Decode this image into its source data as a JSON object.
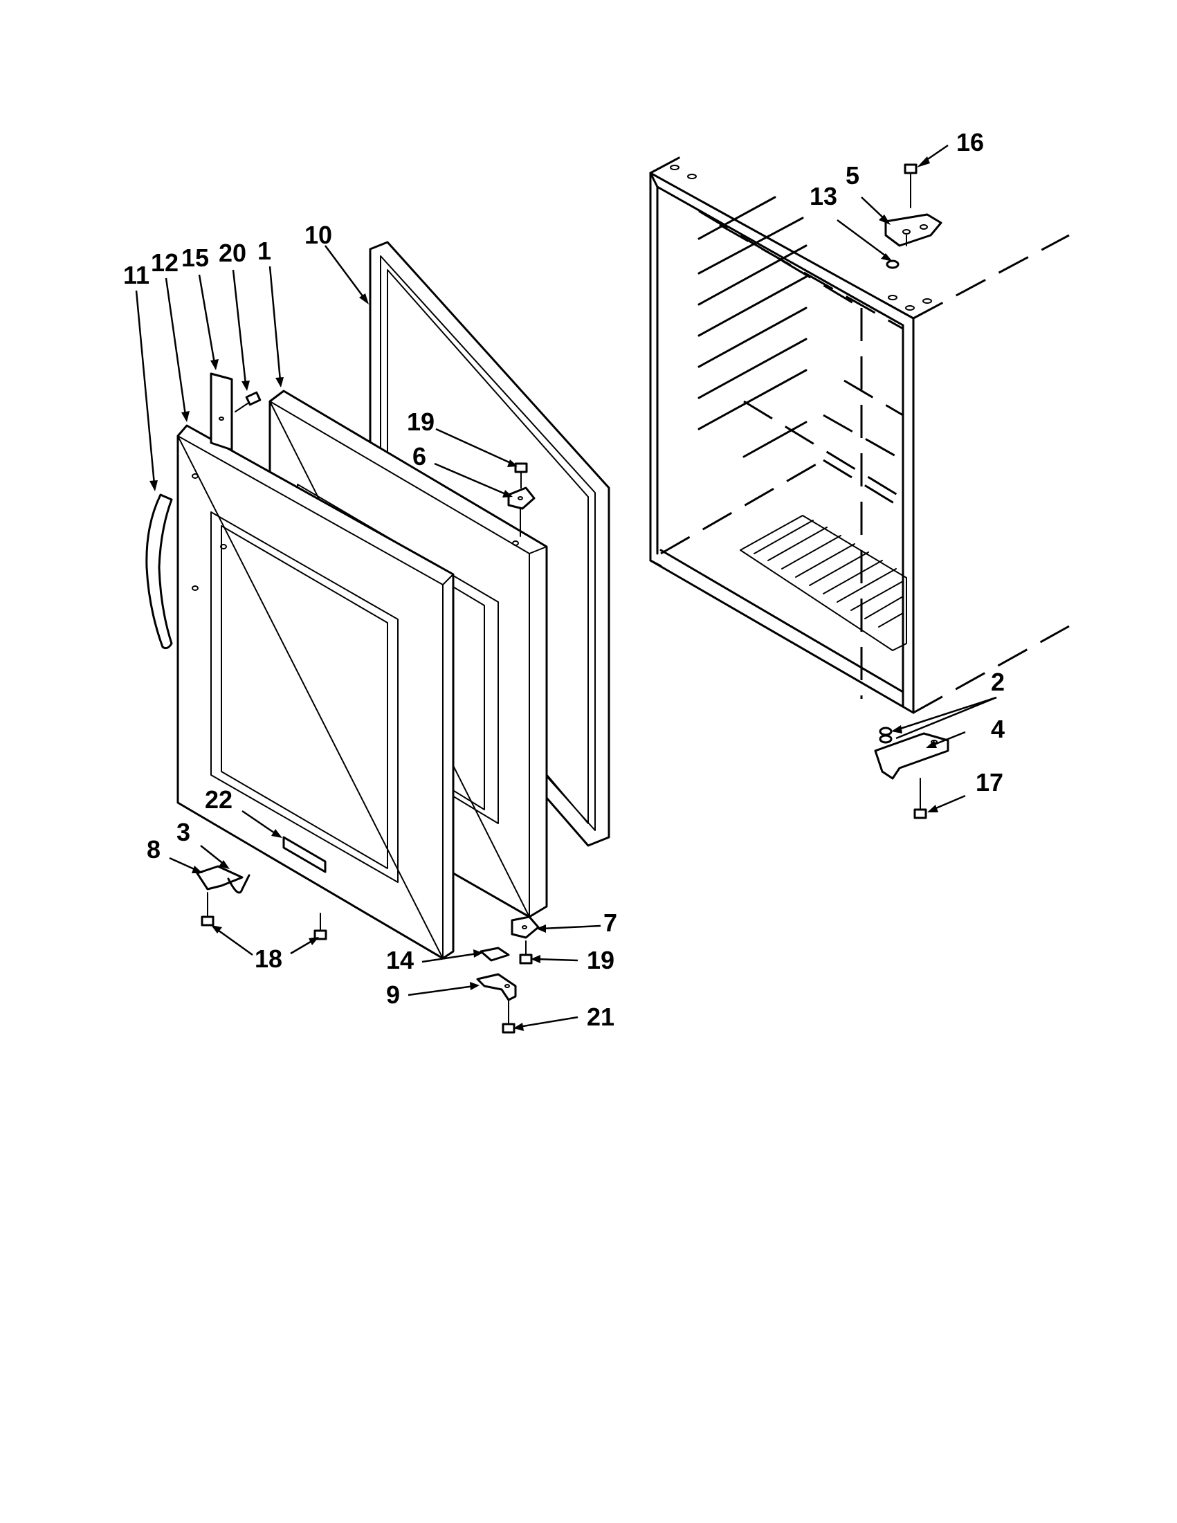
{
  "callouts": [
    {
      "id": "c1",
      "label": "1"
    },
    {
      "id": "c2",
      "label": "2"
    },
    {
      "id": "c3",
      "label": "3"
    },
    {
      "id": "c4",
      "label": "4"
    },
    {
      "id": "c5",
      "label": "5"
    },
    {
      "id": "c6",
      "label": "6"
    },
    {
      "id": "c7",
      "label": "7"
    },
    {
      "id": "c8",
      "label": "8"
    },
    {
      "id": "c9",
      "label": "9"
    },
    {
      "id": "c10",
      "label": "10"
    },
    {
      "id": "c11",
      "label": "11"
    },
    {
      "id": "c12",
      "label": "12"
    },
    {
      "id": "c13",
      "label": "13"
    },
    {
      "id": "c14",
      "label": "14"
    },
    {
      "id": "c15",
      "label": "15"
    },
    {
      "id": "c16",
      "label": "16"
    },
    {
      "id": "c17",
      "label": "17"
    },
    {
      "id": "c18",
      "label": "18"
    },
    {
      "id": "c19a",
      "label": "19"
    },
    {
      "id": "c19b",
      "label": "19"
    },
    {
      "id": "c20",
      "label": "20"
    },
    {
      "id": "c21",
      "label": "21"
    },
    {
      "id": "c22",
      "label": "22"
    }
  ]
}
